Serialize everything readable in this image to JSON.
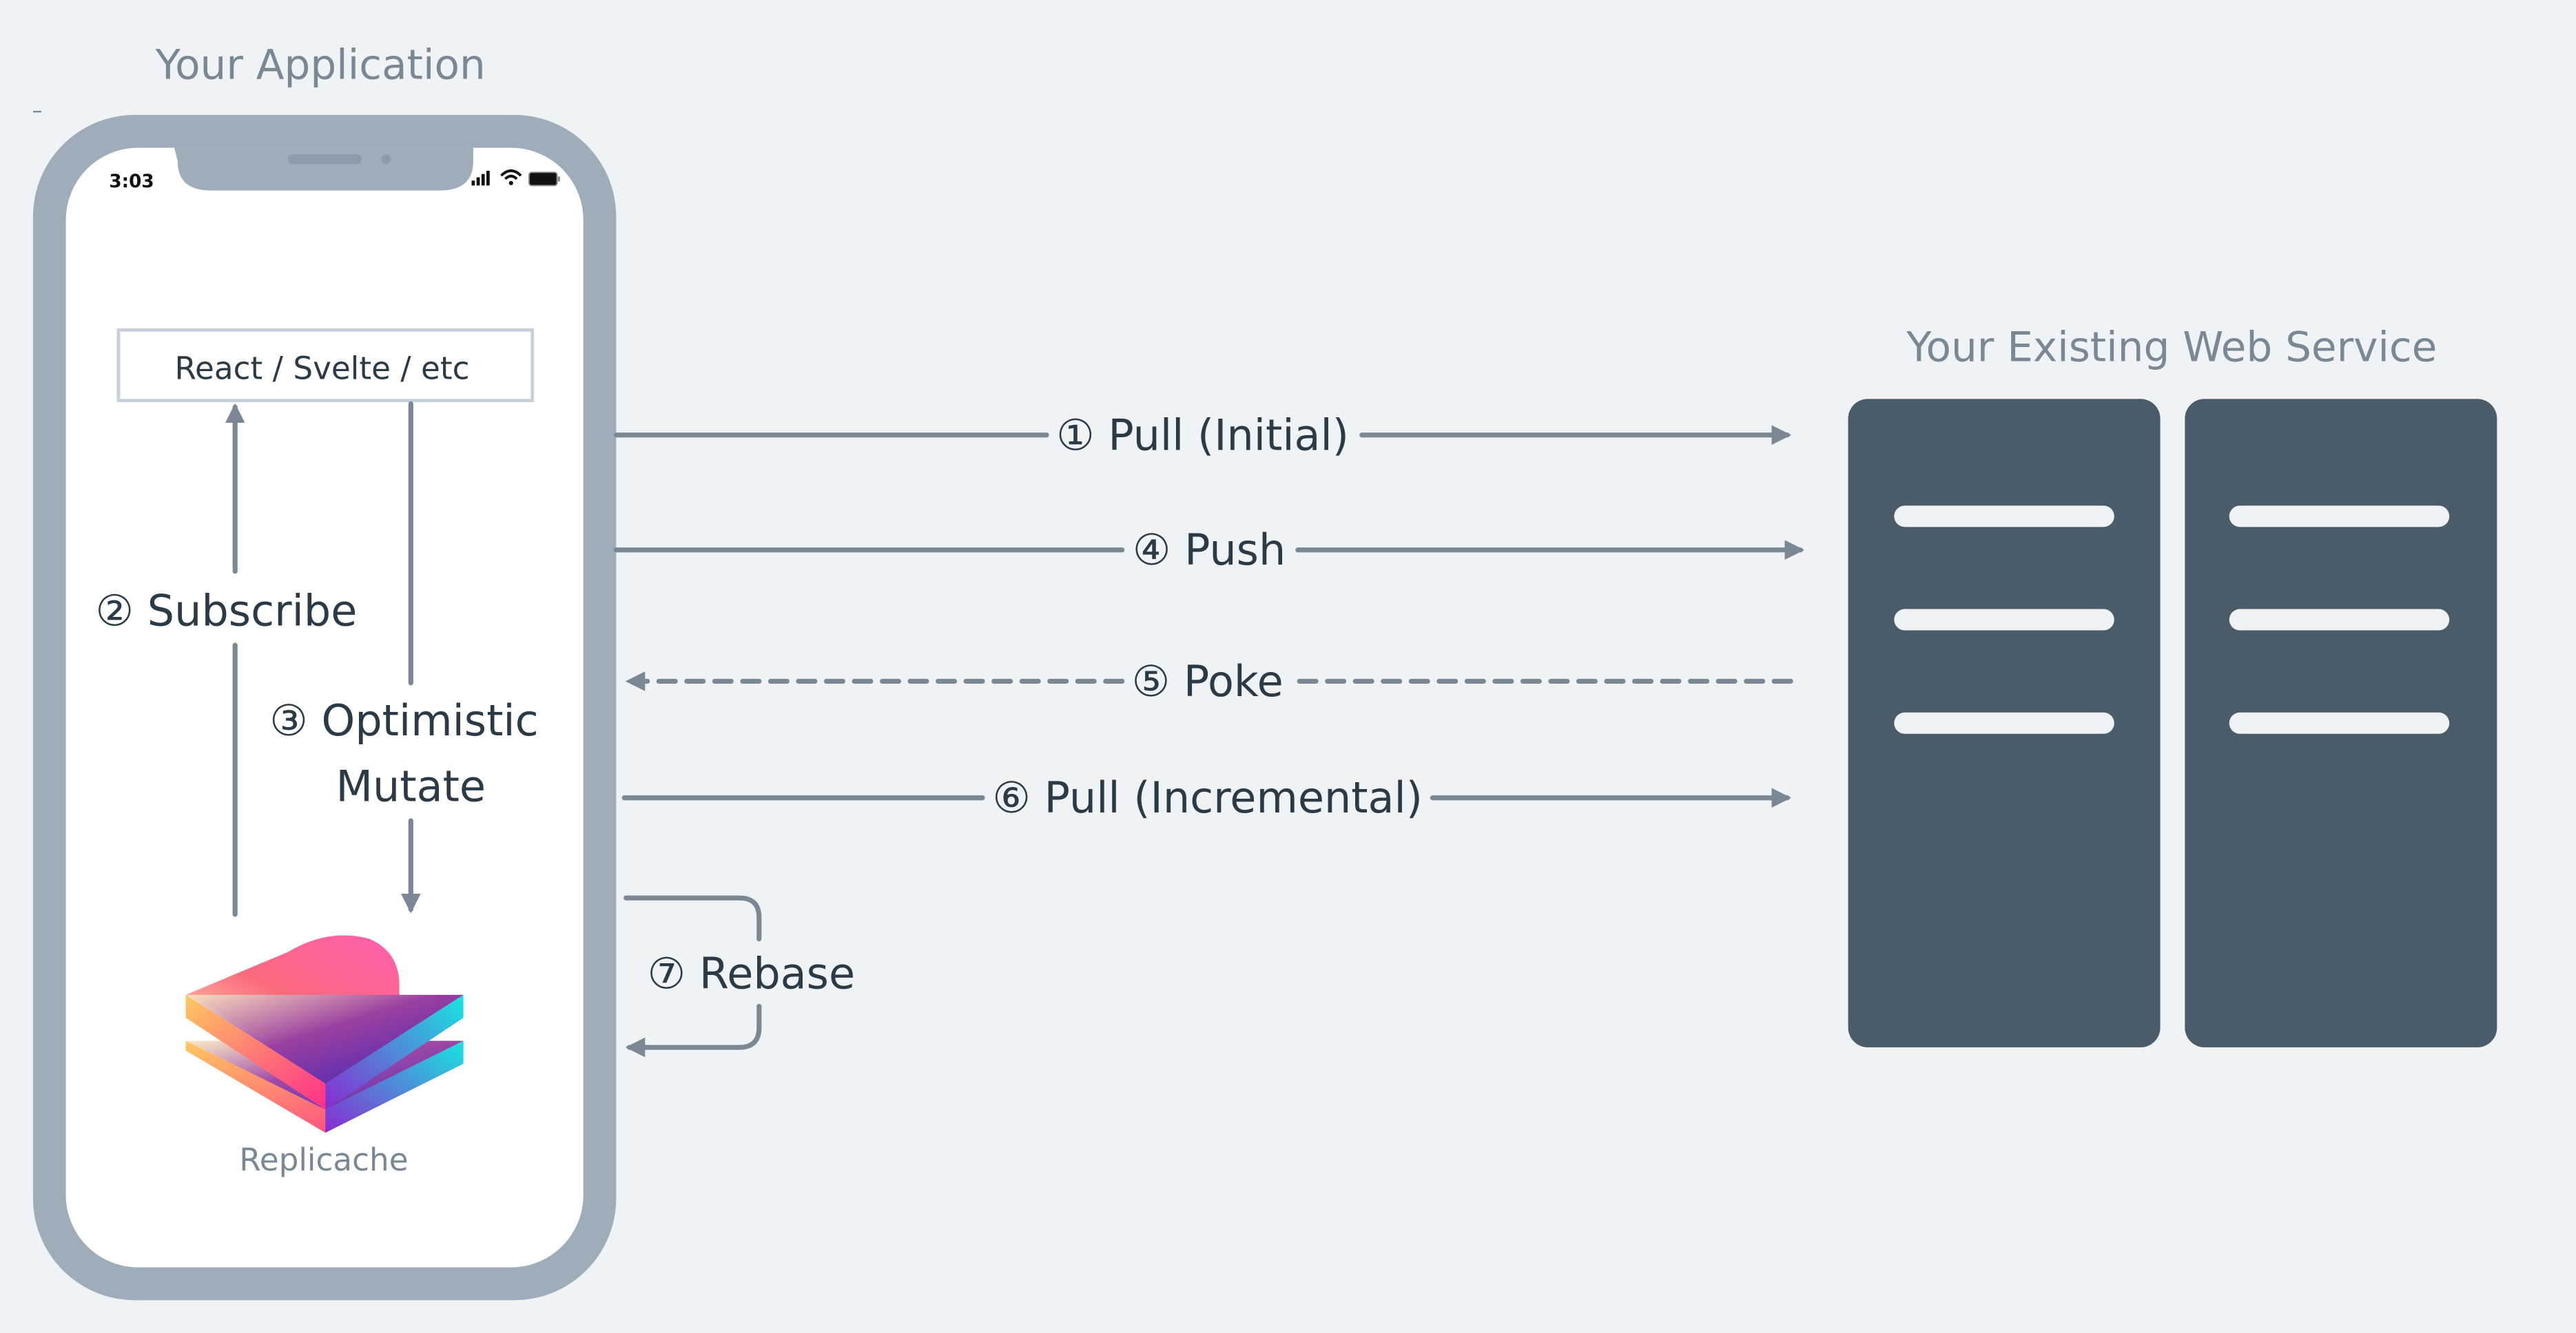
{
  "colors": {
    "background": "#eff3f6",
    "phone_frame": "#9eadb9",
    "server": "#4a5b69",
    "arrow": "#7a8896",
    "label_text": "#2b3a47",
    "title_text": "#7a8896"
  },
  "app": {
    "title": "Your Application",
    "status_time": "3:03",
    "status_icons": [
      "signal-icon",
      "wifi-icon",
      "battery-icon"
    ],
    "framework_box": "React / Svelte / etc",
    "subscribe_label": "② Subscribe",
    "mutate_label_line1": "③ Optimistic",
    "mutate_label_line2": "Mutate",
    "logo_label": "Replicache"
  },
  "service": {
    "title": "Your Existing Web Service"
  },
  "flows": {
    "pull_initial": "① Pull (Initial)",
    "push": "④ Push",
    "poke": "⑤ Poke",
    "pull_incremental": "⑥ Pull (Incremental)",
    "rebase": "⑦ Rebase"
  }
}
